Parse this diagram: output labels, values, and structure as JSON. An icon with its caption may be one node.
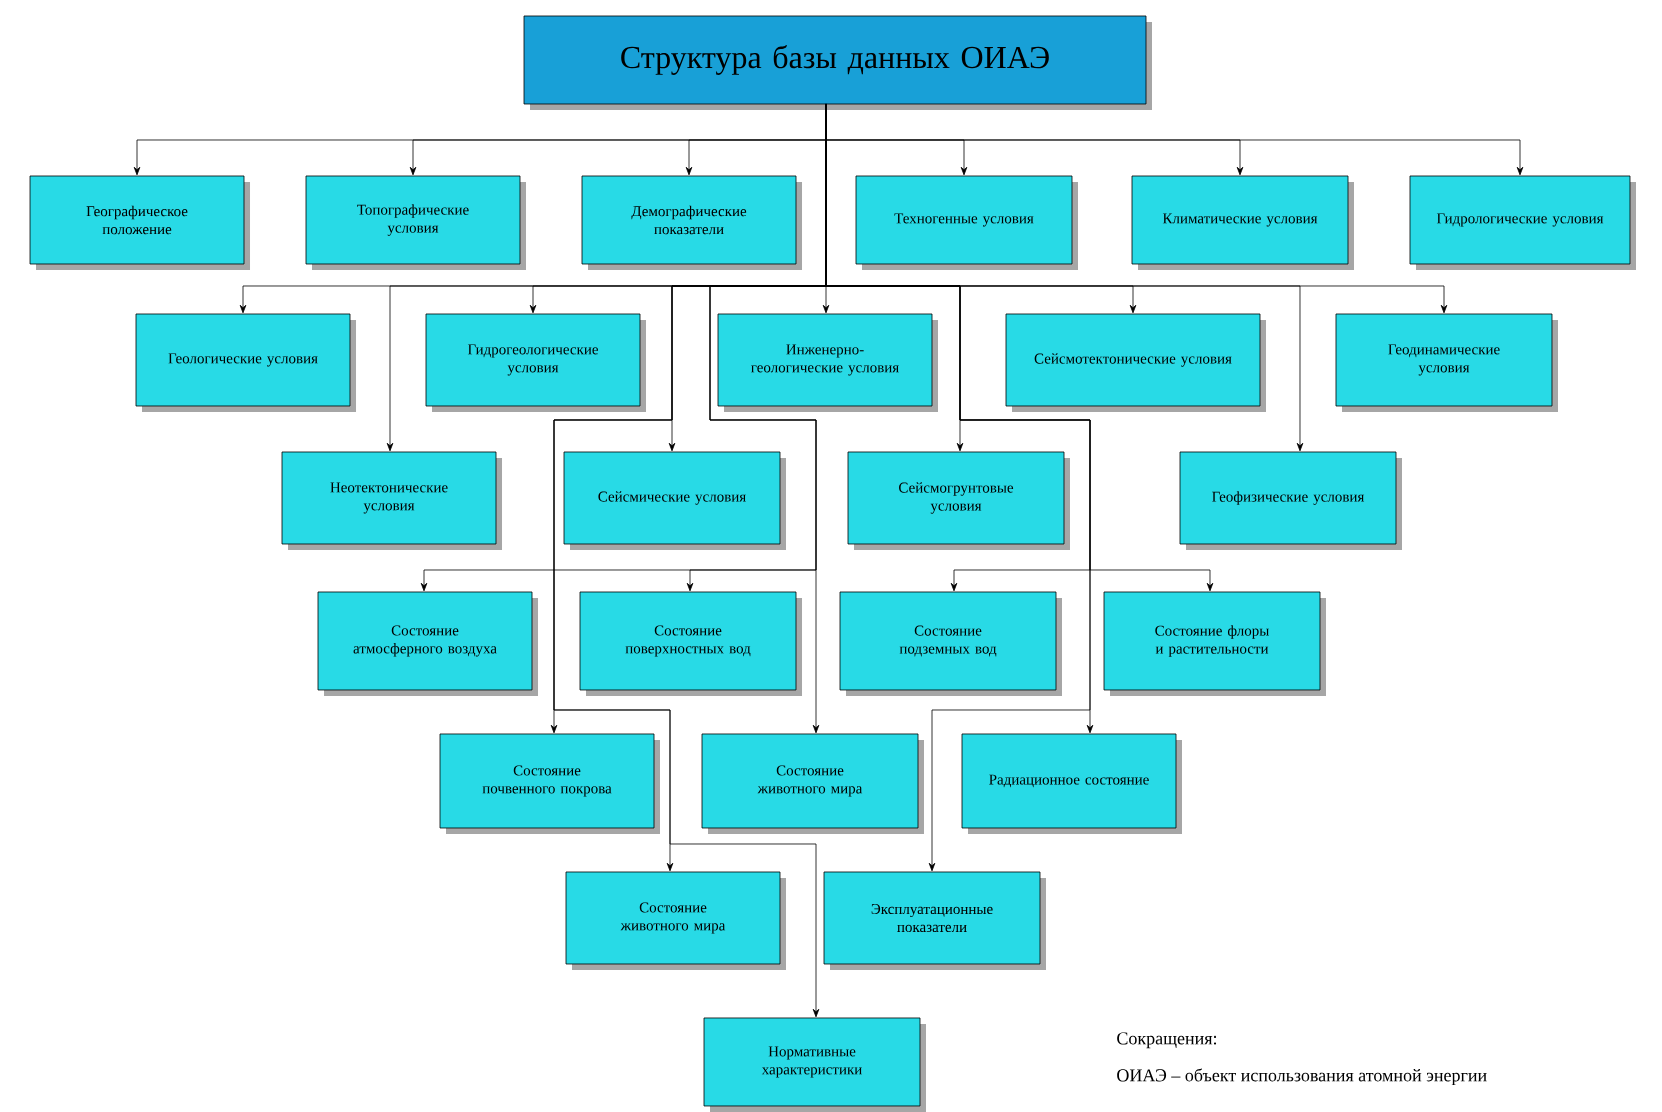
{
  "diagram": {
    "nodes": [
      {
        "text": [
          "Структура базы данных ОИАЭ"
        ]
      },
      {
        "text": [
          "Географическое положение"
        ]
      },
      {
        "text": [
          "Топографические условия"
        ]
      },
      {
        "text": [
          "Демографические показатели"
        ]
      },
      {
        "text": [
          "Техногенные условия"
        ]
      },
      {
        "text": [
          "Климатические условия"
        ]
      },
      {
        "text": [
          "Гидрологические условия"
        ]
      },
      {
        "text": [
          "Геологические условия"
        ]
      },
      {
        "text": [
          "Гидрогеологические условия"
        ]
      },
      {
        "text": [
          "Инженерно-геологические условия"
        ]
      },
      {
        "text": [
          "Сейсмотектонические условия"
        ]
      },
      {
        "text": [
          "Геодинамические условия"
        ]
      },
      {
        "text": [
          "Неотектонические условия"
        ]
      },
      {
        "text": [
          "Сейсмические условия"
        ]
      },
      {
        "text": [
          "Сейсмогрунтовые условия"
        ]
      },
      {
        "text": [
          "Геофизические условия"
        ]
      },
      {
        "text": [
          "Состояние атмосферного воздуха"
        ]
      },
      {
        "text": [
          "Состояние поверхностных вод"
        ]
      },
      {
        "text": [
          "Состояние подземных вод"
        ]
      },
      {
        "text": [
          "Состояние флоры и растительности"
        ]
      },
      {
        "text": [
          "Состояние почвенного покрова"
        ]
      },
      {
        "text": [
          "Состояние животного мира"
        ]
      },
      {
        "text": [
          "Радиационное состояние"
        ]
      },
      {
        "text": [
          "Состояние животного мира"
        ]
      },
      {
        "text": [
          "Эксплуатационные показатели"
        ]
      },
      {
        "text": [
          "Нормативные характеристики"
        ]
      }
    ],
    "edges": [
      {
        "from": 0,
        "to": 1,
        "arrow": "to"
      },
      {
        "from": 0,
        "to": 2,
        "arrow": "to"
      },
      {
        "from": 0,
        "to": 3,
        "arrow": "to"
      },
      {
        "from": 0,
        "to": 4,
        "arrow": "to"
      },
      {
        "from": 0,
        "to": 5,
        "arrow": "to"
      },
      {
        "from": 0,
        "to": 6,
        "arrow": "to"
      },
      {
        "from": 0,
        "to": 7,
        "arrow": "to"
      },
      {
        "from": 0,
        "to": 8,
        "arrow": "to"
      },
      {
        "from": 0,
        "to": 9,
        "arrow": "to"
      },
      {
        "from": 0,
        "to": 10,
        "arrow": "to"
      },
      {
        "from": 0,
        "to": 11,
        "arrow": "to"
      },
      {
        "from": 0,
        "to": 12,
        "arrow": "to"
      },
      {
        "from": 0,
        "to": 13,
        "arrow": "to"
      },
      {
        "from": 0,
        "to": 14,
        "arrow": "to"
      },
      {
        "from": 0,
        "to": 15,
        "arrow": "to"
      },
      {
        "from": 0,
        "to": 16,
        "arrow": "to"
      },
      {
        "from": 0,
        "to": 17,
        "arrow": "to"
      },
      {
        "from": 0,
        "to": 18,
        "arrow": "to"
      },
      {
        "from": 0,
        "to": 19,
        "arrow": "to"
      },
      {
        "from": 0,
        "to": 20,
        "arrow": "to"
      },
      {
        "from": 0,
        "to": 21,
        "arrow": "to"
      },
      {
        "from": 0,
        "to": 22,
        "arrow": "to"
      },
      {
        "from": 0,
        "to": 23,
        "arrow": "to"
      },
      {
        "from": 0,
        "to": 24,
        "arrow": "to"
      },
      {
        "from": 0,
        "to": 25,
        "arrow": "to"
      }
    ],
    "labels": [
      "Сокращения:",
      "ОИАЭ – объект использования атомной энергии"
    ]
  }
}
